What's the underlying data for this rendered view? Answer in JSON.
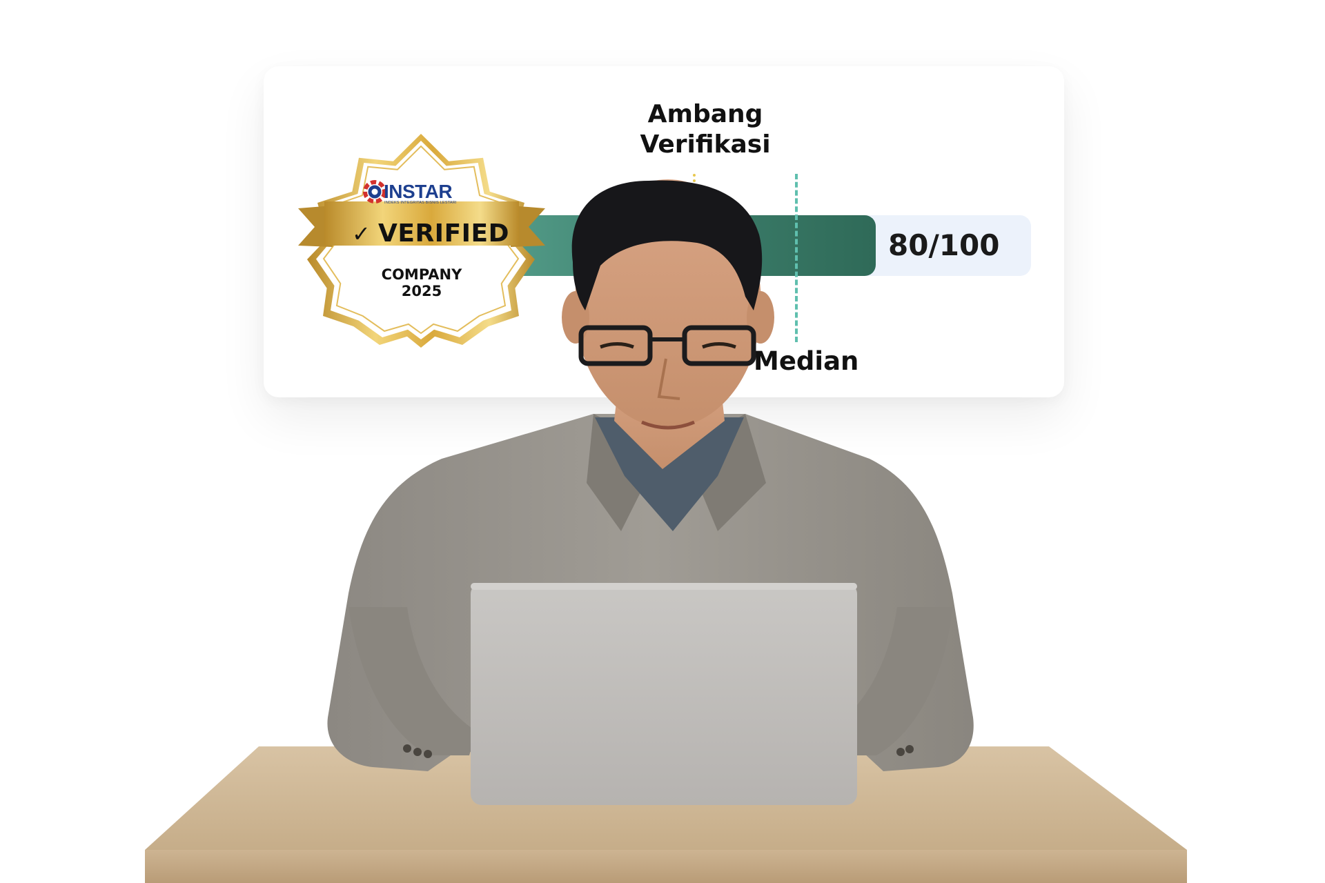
{
  "score_card": {
    "threshold_label": "Ambang Verifikasi",
    "median_label": "Median",
    "score_text": "80/100",
    "score_fraction": 0.8
  },
  "badge": {
    "brand": "INSTAR",
    "tagline": "INDEKS INTEGRITAS BISNIS LESTARI",
    "ribbon_text": "VERIFIED",
    "company_text": "COMPANY",
    "year_text": "2025"
  },
  "colors": {
    "bar_fill": "#3d7f6c",
    "bar_track": "#ecf2fb",
    "median_line": "#5fbfae",
    "threshold_line": "#e8c84f",
    "badge_gold": "#d9a93c",
    "brand_blue": "#1d3f8f"
  },
  "icons": [
    "checkmark-icon",
    "instar-logo-icon"
  ]
}
